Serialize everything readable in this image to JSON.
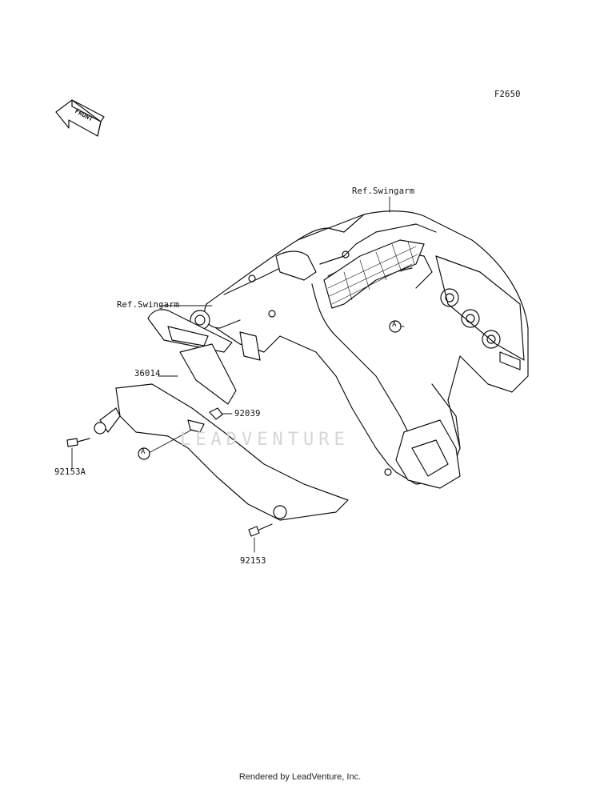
{
  "figure_code": "F2650",
  "front_marker": "FRONT",
  "references": {
    "swingarm_right": "Ref.Swingarm",
    "swingarm_left": "Ref.Swingarm"
  },
  "parts": {
    "chain_cover": "36014",
    "clip": "92039",
    "bolt_a": "92153A",
    "bolt": "92153"
  },
  "callout_a_1": "A",
  "callout_a_2": "A",
  "watermark": "LEADVENTURE",
  "footer": "Rendered by LeadVenture, Inc."
}
